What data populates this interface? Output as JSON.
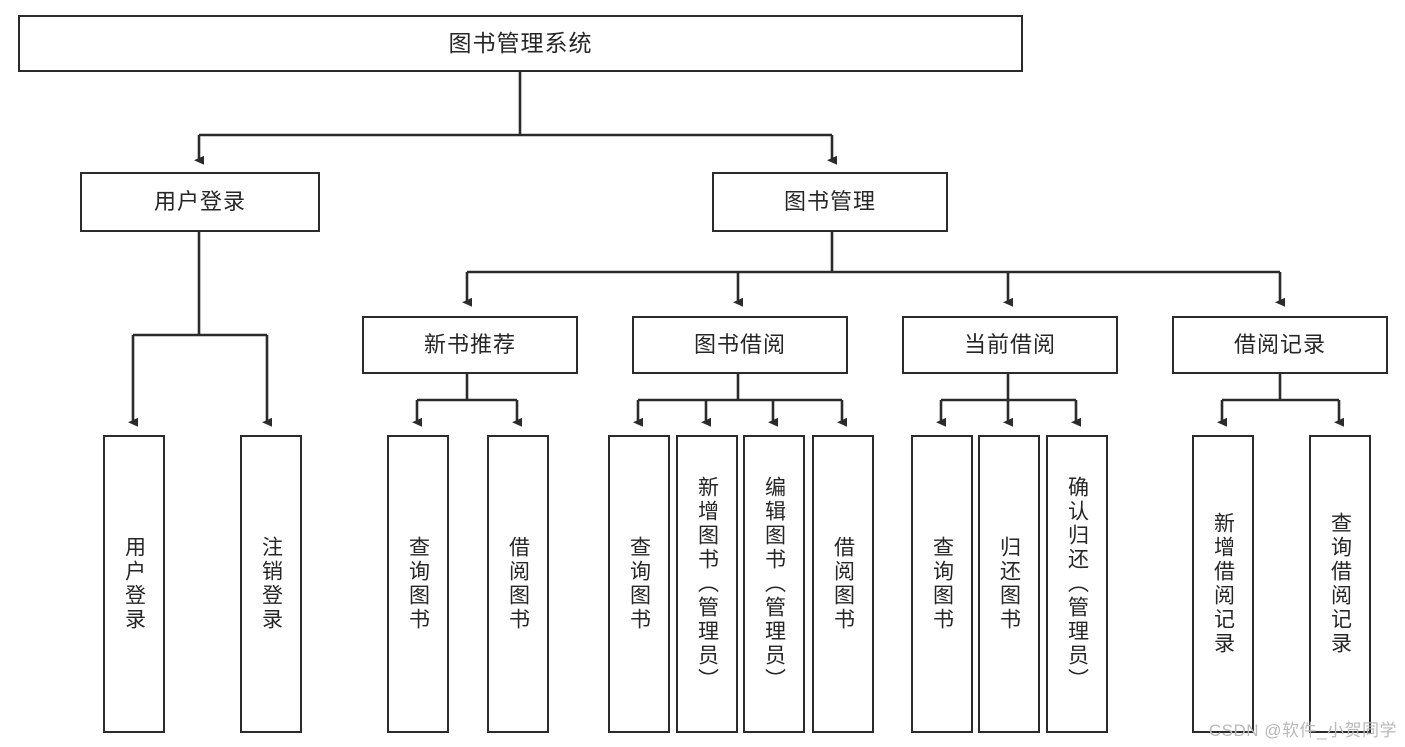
{
  "diagram": {
    "title": "图书管理系统",
    "type": "tree-hierarchy",
    "colors": {
      "border": "#2b2b2b",
      "background": "#ffffff",
      "text": "#262626",
      "connector": "#2b2b2b",
      "watermark": "#b9b9b9"
    }
  },
  "root": {
    "label": "图书管理系统"
  },
  "level2": [
    {
      "label": "用户登录"
    },
    {
      "label": "图书管理"
    }
  ],
  "level3": [
    {
      "label": "新书推荐"
    },
    {
      "label": "图书借阅"
    },
    {
      "label": "当前借阅"
    },
    {
      "label": "借阅记录"
    }
  ],
  "leaves": {
    "user_login": [
      {
        "label": "用户登录"
      },
      {
        "label": "注销登录"
      }
    ],
    "new_book_recommend": [
      {
        "label": "查询图书"
      },
      {
        "label": "借阅图书"
      }
    ],
    "book_borrow": [
      {
        "label": "查询图书"
      },
      {
        "label": "新增图书（管理员）"
      },
      {
        "label": "编辑图书（管理员）"
      },
      {
        "label": "借阅图书"
      }
    ],
    "current_borrow": [
      {
        "label": "查询图书"
      },
      {
        "label": "归还图书"
      },
      {
        "label": "确认归还（管理员）"
      }
    ],
    "borrow_record": [
      {
        "label": "新增借阅记录"
      },
      {
        "label": "查询借阅记录"
      }
    ]
  },
  "watermark": {
    "text": "CSDN @软件_小贺同学"
  }
}
